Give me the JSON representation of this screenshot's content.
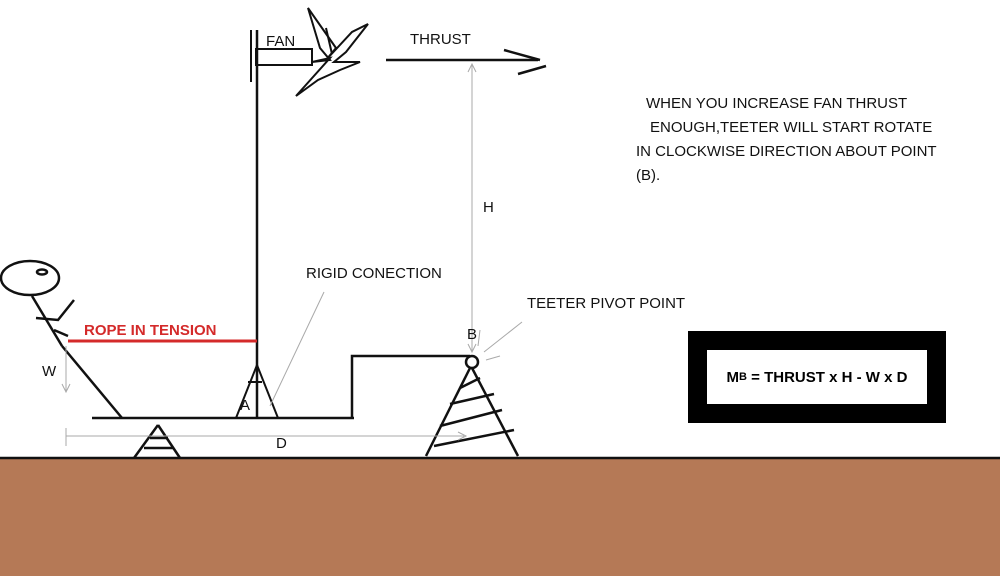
{
  "colors": {
    "ground": "#b57956",
    "ink": "#111111",
    "rope": "#d42a2a",
    "guide": "#a9a9a9"
  },
  "labels": {
    "fan": "FAN",
    "thrust": "THRUST",
    "h": "H",
    "rigid_connection": "RIGID CONECTION",
    "teeter_pivot_point": "TEETER PIVOT POINT",
    "b": "B",
    "rope": "ROPE IN TENSION",
    "w": "W",
    "a": "A",
    "d": "D"
  },
  "note": {
    "line1": "WHEN YOU INCREASE FAN THRUST",
    "line2": "ENOUGH,TEETER WILL START ROTATE",
    "line3": "IN CLOCKWISE DIRECTION ABOUT POINT",
    "line4": "(B)."
  },
  "formula": {
    "prefix": "M",
    "subscript": "B",
    "expression": " = THRUST x H - W x D"
  }
}
